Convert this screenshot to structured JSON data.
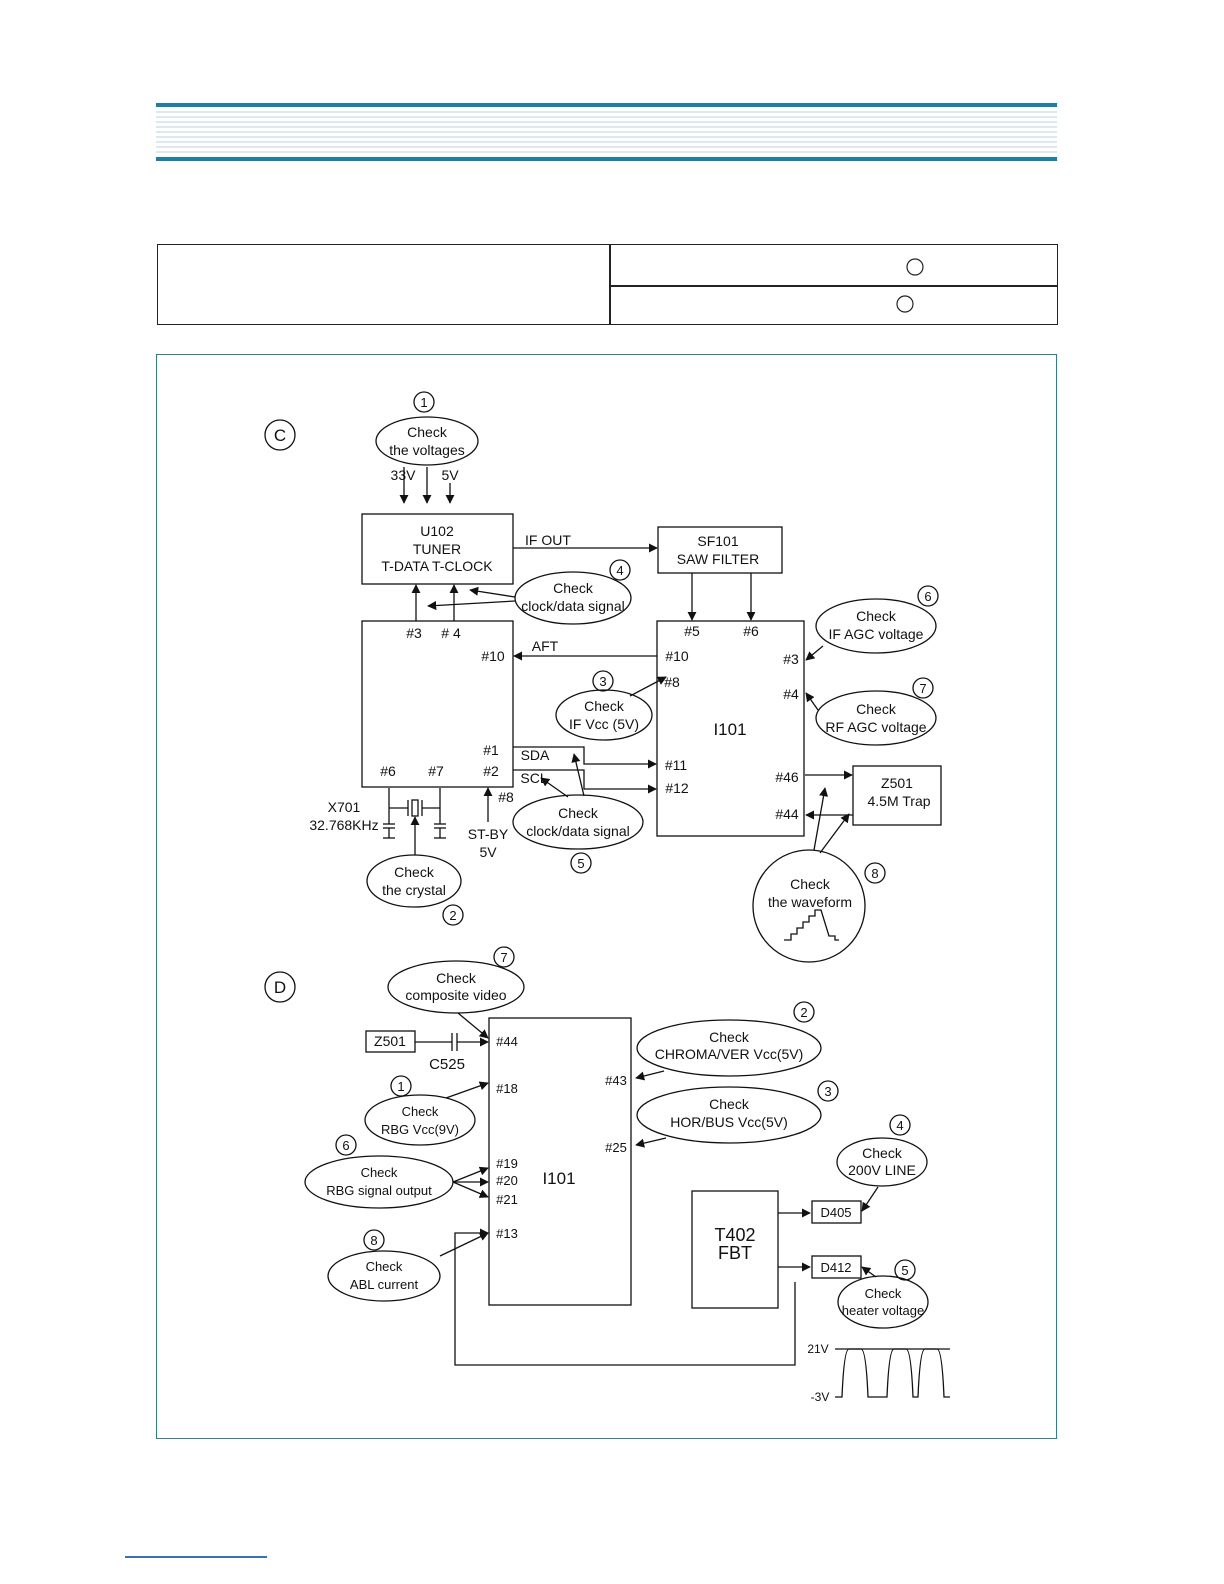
{
  "colors": {
    "band_dark": "#1e7fa6",
    "band_light": "#b9d3df",
    "frame": "#2f7f8f",
    "ink": "#111111",
    "footer_rule": "#3b6fb5"
  },
  "section_c": {
    "label": "C",
    "tuner": {
      "line1": "U102",
      "line2": "TUNER",
      "line3": "T-DATA  T-CLOCK"
    },
    "saw": {
      "line1": "SF101",
      "line2": "SAW FILTER"
    },
    "i101": {
      "name": "I101",
      "pins": {
        "p5": "#5",
        "p6": "#6",
        "p10": "#10",
        "p8": "#8",
        "p3": "#3",
        "p4": "#4",
        "p11": "#11",
        "p12": "#12",
        "p46": "#46",
        "p44": "#44"
      }
    },
    "micro": {
      "pins": {
        "p3": "#3",
        "p4": "# 4",
        "p10": "#10",
        "p1": "#1",
        "p2": "#2",
        "p6": "#6",
        "p7": "#7",
        "p8": "#8"
      }
    },
    "z501": {
      "line1": "Z501",
      "line2": "4.5M Trap"
    },
    "signals": {
      "if_out": "IF OUT",
      "aft": "AFT",
      "sda": "SDA",
      "scl": "SCL",
      "v33": "33V",
      "v5": "5V",
      "stby1": "ST-BY",
      "stby2": "5V"
    },
    "crystal": {
      "name": "X701",
      "freq": "32.768KHz"
    },
    "checks": [
      {
        "num": "1",
        "line1": "Check",
        "line2": "the voltages"
      },
      {
        "num": "2",
        "line1": "Check",
        "line2": "the crystal"
      },
      {
        "num": "3",
        "line1": "Check",
        "line2": "IF Vcc (5V)"
      },
      {
        "num": "4",
        "line1": "Check",
        "line2": "clock/data signal"
      },
      {
        "num": "5",
        "line1": "Check",
        "line2": "clock/data signal"
      },
      {
        "num": "6",
        "line1": "Check",
        "line2": "IF AGC voltage"
      },
      {
        "num": "7",
        "line1": "Check",
        "line2": "RF AGC voltage"
      },
      {
        "num": "8",
        "line1": "Check",
        "line2": "the waveform"
      }
    ]
  },
  "section_d": {
    "label": "D",
    "i101": {
      "name": "I101",
      "pins": {
        "p44": "#44",
        "p18": "#18",
        "p19": "#19",
        "p20": "#20",
        "p21": "#21",
        "p13": "#13",
        "p43": "#43",
        "p25": "#25"
      }
    },
    "z501": "Z501",
    "c525": "C525",
    "fbt": {
      "line1": "T402",
      "line2": "FBT"
    },
    "d405": "D405",
    "d412": "D412",
    "wave": {
      "high": "21V",
      "low": "-3V"
    },
    "checks": [
      {
        "num": "1",
        "line1": "Check",
        "line2": "RBG Vcc(9V)"
      },
      {
        "num": "2",
        "line1": "Check",
        "line2": "CHROMA/VER Vcc(5V)"
      },
      {
        "num": "3",
        "line1": "Check",
        "line2": "HOR/BUS Vcc(5V)"
      },
      {
        "num": "4",
        "line1": "Check",
        "line2": "200V LINE"
      },
      {
        "num": "5",
        "line1": "Check",
        "line2": "heater voltage"
      },
      {
        "num": "6",
        "line1": "Check",
        "line2": "RBG signal output"
      },
      {
        "num": "7",
        "line1": "Check",
        "line2": "composite video"
      },
      {
        "num": "8",
        "line1": "Check",
        "line2": "ABL current"
      }
    ]
  }
}
